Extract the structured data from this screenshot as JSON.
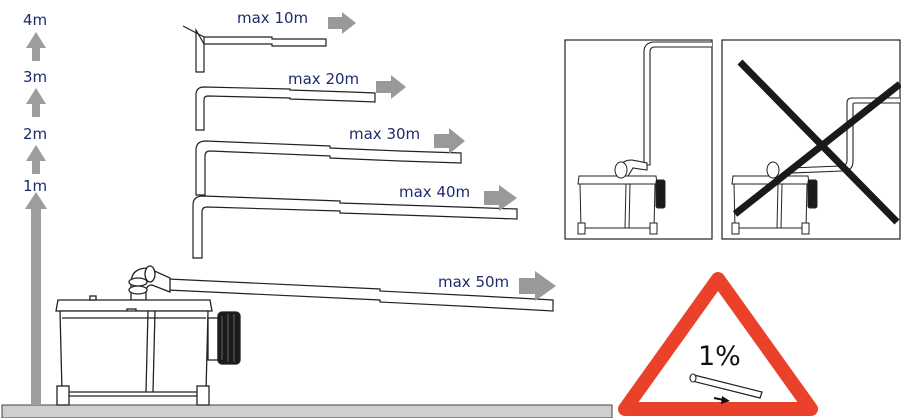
{
  "vertical_scale": {
    "labels": [
      "4m",
      "3m",
      "2m",
      "1m"
    ]
  },
  "pipe_runs": [
    {
      "label": "max 10m"
    },
    {
      "label": "max 20m"
    },
    {
      "label": "max 30m"
    },
    {
      "label": "max 40m"
    },
    {
      "label": "max 50m"
    }
  ],
  "slope_sign": {
    "label": "1%"
  },
  "colors": {
    "text": "#1d2b6b",
    "arrow": "#999999",
    "sign_border": "#e9412a",
    "floor": "#cfcfcf",
    "outline": "#222222"
  }
}
